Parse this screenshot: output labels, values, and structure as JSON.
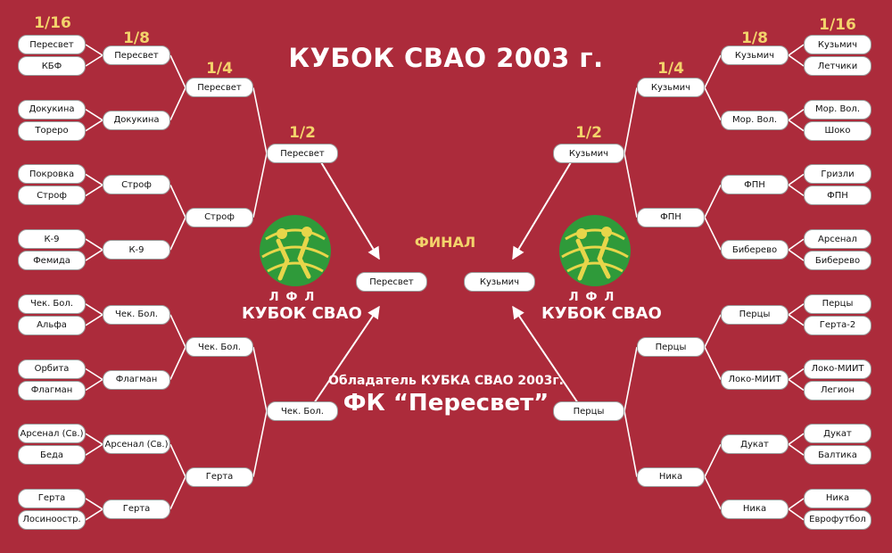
{
  "title": "КУБОК СВАО 2003 г.",
  "round_labels": {
    "r16_left": "1/16",
    "r8_left": "1/8",
    "r4_left": "1/4",
    "r2_left": "1/2",
    "r16_right": "1/16",
    "r8_right": "1/8",
    "r4_right": "1/4",
    "r2_right": "1/2",
    "final": "ФИНАЛ"
  },
  "logo": {
    "letters": "ЛФЛ",
    "text": "КУБОК СВАО"
  },
  "winner": {
    "caption": "Обладатель КУБКА СВАО 2003г.",
    "name": "ФК “Пересвет”"
  },
  "colors": {
    "background": "#ac2b3b",
    "label": "#f3d36b",
    "logo_green": "#2f9a3a",
    "logo_yellow": "#e7d64a"
  },
  "left": {
    "r16": [
      "Пересвет",
      "КБФ",
      "Докукина",
      "Тореро",
      "Покровка",
      "Строф",
      "К-9",
      "Фемида",
      "Чек. Бол.",
      "Альфа",
      "Орбита",
      "Флагман",
      "Арсенал (Св.)",
      "Беда",
      "Герта",
      "Лосиноостр."
    ],
    "r8": [
      "Пересвет",
      "Докукина",
      "Строф",
      "К-9",
      "Чек. Бол.",
      "Флагман",
      "Арсенал (Св.)",
      "Герта"
    ],
    "r4": [
      "Пересвет",
      "Строф",
      "Чек. Бол.",
      "Герта"
    ],
    "r2": [
      "Пересвет",
      "Чек. Бол."
    ],
    "final": "Пересвет"
  },
  "right": {
    "r16": [
      "Кузьмич",
      "Летчики",
      "Мор. Вол.",
      "Шоко",
      "Гризли",
      "ФПН",
      "Арсенал",
      "Биберево",
      "Перцы",
      "Герта-2",
      "Локо-МИИТ",
      "Легион",
      "Дукат",
      "Балтика",
      "Ника",
      "Еврофутбол"
    ],
    "r8": [
      "Кузьмич",
      "Мор. Вол.",
      "ФПН",
      "Биберево",
      "Перцы",
      "Локо-МИИТ",
      "Дукат",
      "Ника"
    ],
    "r4": [
      "Кузьмич",
      "ФПН",
      "Перцы",
      "Ника"
    ],
    "r2": [
      "Кузьмич",
      "Перцы"
    ],
    "final": "Кузьмич"
  }
}
